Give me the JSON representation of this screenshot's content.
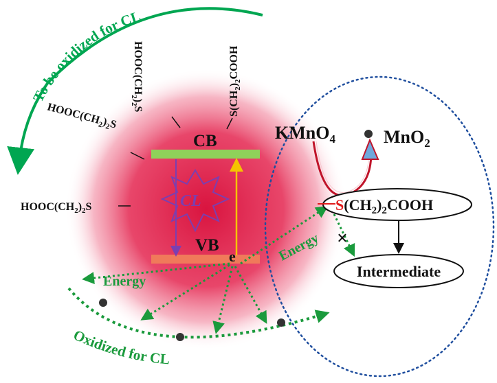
{
  "labels": {
    "to_be_oxidized": "To be oxidized for CL",
    "oxidized_for_cl": "Oxidized for CL",
    "cb": "CB",
    "vb": "VB",
    "cl": "CL",
    "electron": "e",
    "energy_left": "Energy",
    "energy_right": "Energy",
    "kmno4_main": "KMnO",
    "kmno4_sub": "4",
    "mno2_main": "MnO",
    "mno2_sub": "2",
    "intermediate": "Intermediate",
    "blocked_mark": "×"
  },
  "ligands": {
    "top_left": {
      "main": "HOOC(CH",
      "sub": "2",
      "tail": ")",
      "sub2": "2",
      "end": "S"
    },
    "top_right": {
      "main": "S(CH",
      "sub": "2",
      "tail": ")",
      "sub2": "2",
      "end": "COOH"
    },
    "mid_left": {
      "main": "HOOC(CH",
      "sub": "2",
      "tail": ")",
      "sub2": "2",
      "end": "S"
    },
    "low_left": {
      "main": "HOOC(CH",
      "sub": "2",
      "tail": ")",
      "sub2": "2",
      "end": "S"
    },
    "reactant": {
      "s": "S",
      "main": "(CH",
      "sub": "2",
      "tail": ")",
      "sub2": "2",
      "end": "COOH"
    }
  },
  "colors": {
    "green_arrow": "#00a651",
    "dotted_green": "#1a9a3c",
    "particle_glow": "#e8365d",
    "band_cb": "#8fd15a",
    "band_vb": "#f07a5a",
    "cl_purple": "#7b3fb0",
    "vb_to_cb_arrow": "#f5c400",
    "blue_dotted": "#1f4e9e",
    "redox_arrow": "#c0142a",
    "redox_arrow_fill": "#6fa8dc",
    "sulfur_red": "#e11a1a",
    "dark": "#111111"
  }
}
